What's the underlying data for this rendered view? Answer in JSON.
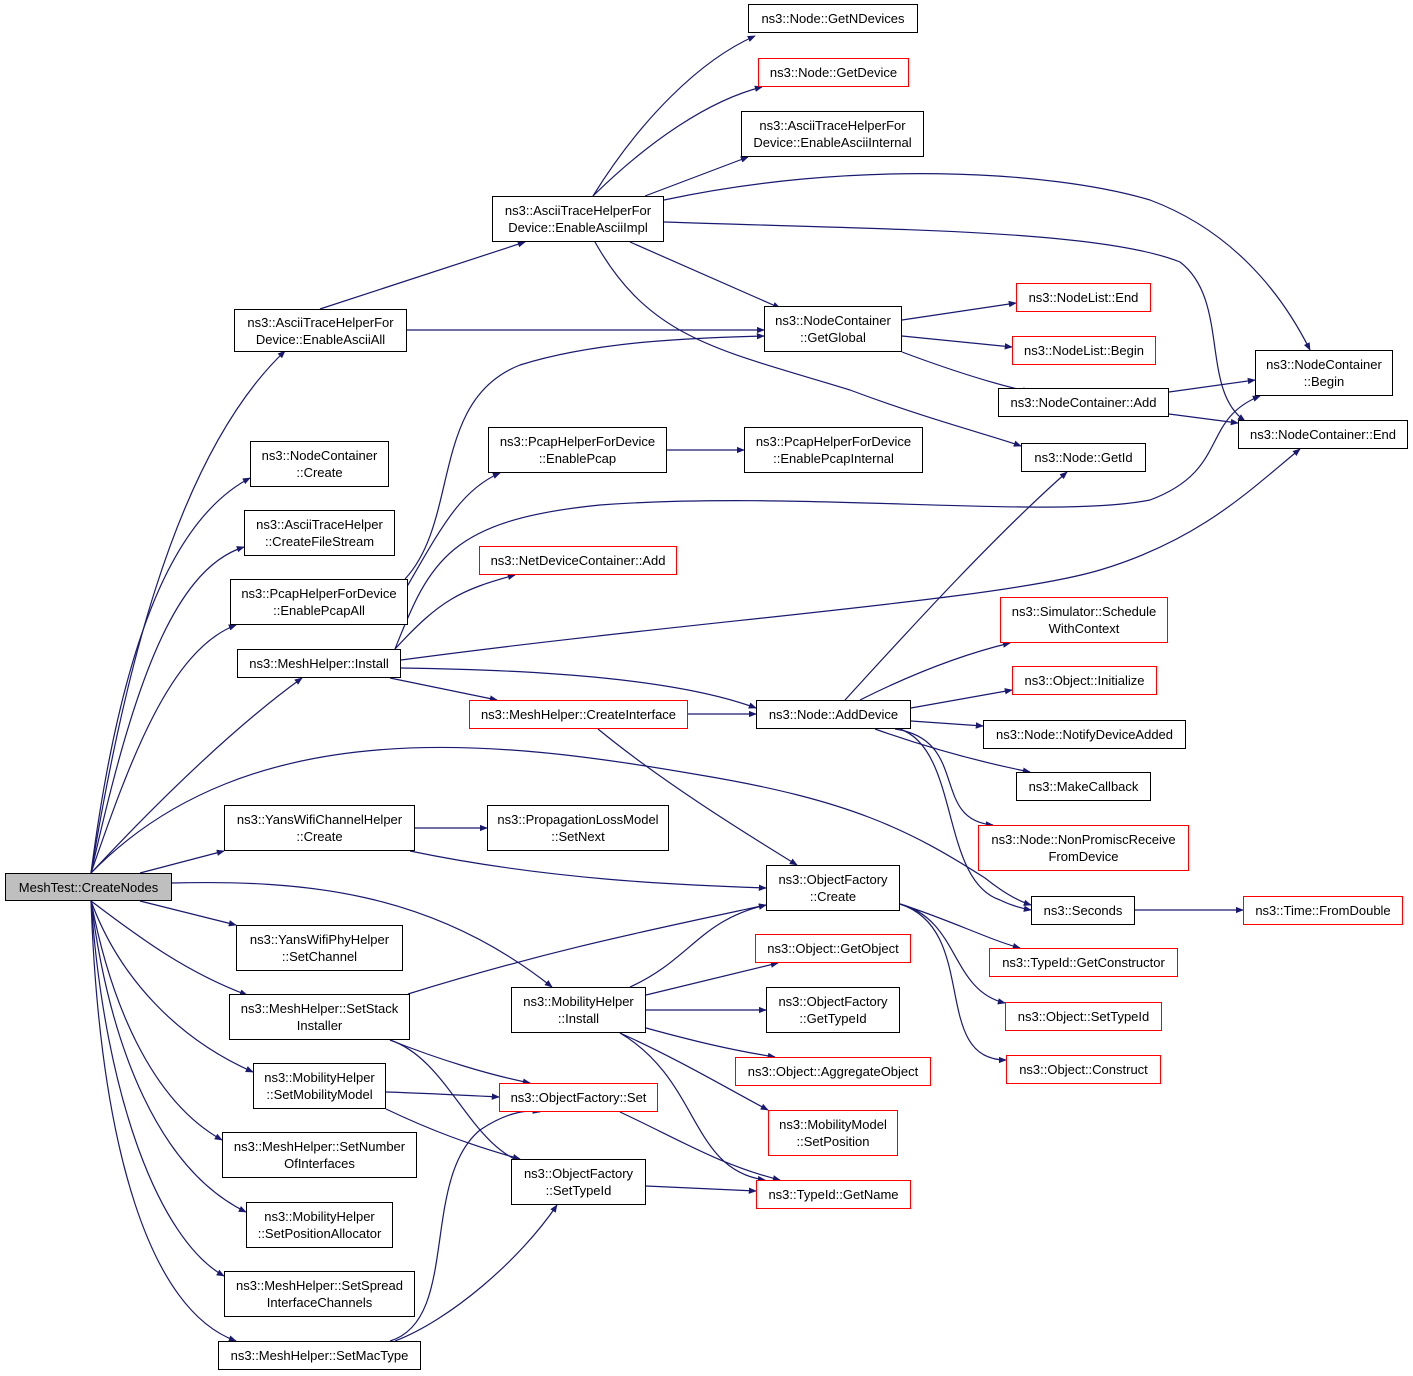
{
  "colors": {
    "edge": "#191970",
    "external_node_border": "#ff0000",
    "root_fill": "#bfbfbf",
    "node_border": "#000000"
  },
  "nodes": {
    "root": {
      "label": "MeshTest::CreateNodes",
      "red": false
    },
    "enableAsciiAll": {
      "label": "ns3::AsciiTraceHelperFor\nDevice::EnableAsciiAll",
      "red": false
    },
    "ncCreate": {
      "label": "ns3::NodeContainer\n::Create",
      "red": false
    },
    "createFileStream": {
      "label": "ns3::AsciiTraceHelper\n::CreateFileStream",
      "red": false
    },
    "enablePcapAll": {
      "label": "ns3::PcapHelperForDevice\n::EnablePcapAll",
      "red": false
    },
    "meshInstall": {
      "label": "ns3::MeshHelper::Install",
      "red": false
    },
    "yansChannelCreate": {
      "label": "ns3::YansWifiChannelHelper\n::Create",
      "red": false
    },
    "yansSetChannel": {
      "label": "ns3::YansWifiPhyHelper\n::SetChannel",
      "red": false
    },
    "setStackInstaller": {
      "label": "ns3::MeshHelper::SetStack\nInstaller",
      "red": false
    },
    "setMobilityModel": {
      "label": "ns3::MobilityHelper\n::SetMobilityModel",
      "red": false
    },
    "setNumberOfInterfaces": {
      "label": "ns3::MeshHelper::SetNumber\nOfInterfaces",
      "red": false
    },
    "setPositionAllocator": {
      "label": "ns3::MobilityHelper\n::SetPositionAllocator",
      "red": false
    },
    "setSpreadInterfaceChannels": {
      "label": "ns3::MeshHelper::SetSpread\nInterfaceChannels",
      "red": false
    },
    "setMacType": {
      "label": "ns3::MeshHelper::SetMacType",
      "red": false
    },
    "enableAsciiImpl": {
      "label": "ns3::AsciiTraceHelperFor\nDevice::EnableAsciiImpl",
      "red": false
    },
    "enablePcap": {
      "label": "ns3::PcapHelperForDevice\n::EnablePcap",
      "red": false
    },
    "ndcAdd": {
      "label": "ns3::NetDeviceContainer::Add",
      "red": true
    },
    "createInterface": {
      "label": "ns3::MeshHelper::CreateInterface",
      "red": true
    },
    "propSetNext": {
      "label": "ns3::PropagationLossModel\n::SetNext",
      "red": false
    },
    "mobilityInstall": {
      "label": "ns3::MobilityHelper\n::Install",
      "red": false
    },
    "ofSet": {
      "label": "ns3::ObjectFactory::Set",
      "red": true
    },
    "ofSetTypeId": {
      "label": "ns3::ObjectFactory\n::SetTypeId",
      "red": false
    },
    "getNDevices": {
      "label": "ns3::Node::GetNDevices",
      "red": false
    },
    "getDevice": {
      "label": "ns3::Node::GetDevice",
      "red": true
    },
    "enableAsciiInternal": {
      "label": "ns3::AsciiTraceHelperFor\nDevice::EnableAsciiInternal",
      "red": false
    },
    "ncGetGlobal": {
      "label": "ns3::NodeContainer\n::GetGlobal",
      "red": false
    },
    "enablePcapInternal": {
      "label": "ns3::PcapHelperForDevice\n::EnablePcapInternal",
      "red": false
    },
    "addDevice": {
      "label": "ns3::Node::AddDevice",
      "red": false
    },
    "ofCreate": {
      "label": "ns3::ObjectFactory\n::Create",
      "red": false
    },
    "getObject": {
      "label": "ns3::Object::GetObject",
      "red": true
    },
    "ofGetTypeId": {
      "label": "ns3::ObjectFactory\n::GetTypeId",
      "red": false
    },
    "aggregateObject": {
      "label": "ns3::Object::AggregateObject",
      "red": true
    },
    "mmSetPosition": {
      "label": "ns3::MobilityModel\n::SetPosition",
      "red": true
    },
    "typeIdGetName": {
      "label": "ns3::TypeId::GetName",
      "red": true
    },
    "nodeListEnd": {
      "label": "ns3::NodeList::End",
      "red": true
    },
    "nodeListBegin": {
      "label": "ns3::NodeList::Begin",
      "red": true
    },
    "ncAdd": {
      "label": "ns3::NodeContainer::Add",
      "red": false
    },
    "nodeGetId": {
      "label": "ns3::Node::GetId",
      "red": false
    },
    "scheduleWithContext": {
      "label": "ns3::Simulator::Schedule\nWithContext",
      "red": true
    },
    "objectInitialize": {
      "label": "ns3::Object::Initialize",
      "red": true
    },
    "notifyDeviceAdded": {
      "label": "ns3::Node::NotifyDeviceAdded",
      "red": false
    },
    "makeCallback": {
      "label": "ns3::MakeCallback",
      "red": false
    },
    "nonPromiscReceive": {
      "label": "ns3::Node::NonPromiscReceive\nFromDevice",
      "red": true
    },
    "seconds": {
      "label": "ns3::Seconds",
      "red": false
    },
    "getConstructor": {
      "label": "ns3::TypeId::GetConstructor",
      "red": true
    },
    "objectSetTypeId": {
      "label": "ns3::Object::SetTypeId",
      "red": true
    },
    "objectConstruct": {
      "label": "ns3::Object::Construct",
      "red": true
    },
    "ncBegin": {
      "label": "ns3::NodeContainer\n::Begin",
      "red": false
    },
    "ncEnd": {
      "label": "ns3::NodeContainer::End",
      "red": false
    },
    "timeFromDouble": {
      "label": "ns3::Time::FromDouble",
      "red": true
    }
  }
}
